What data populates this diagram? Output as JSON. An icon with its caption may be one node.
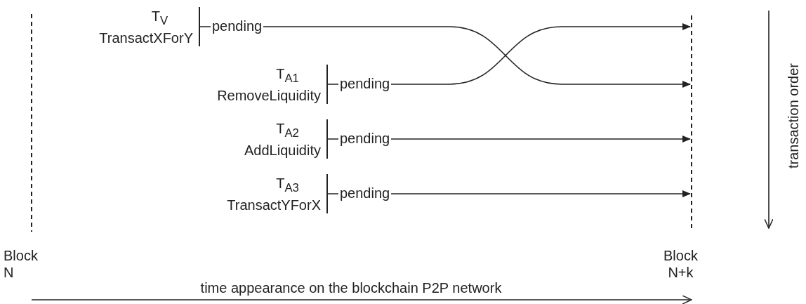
{
  "diagram": {
    "nodes": [
      {
        "text": [
          "T$_{V}$",
          "TransactXForY"
        ]
      },
      {
        "text": [
          "T$_{A1}$",
          "RemoveLiquidity"
        ]
      },
      {
        "text": [
          "T$_{A2}$",
          "AddLiquidity"
        ]
      },
      {
        "text": [
          "T$_{A3}$",
          "TransactYForX"
        ]
      }
    ],
    "edges": [
      {
        "from": 0,
        "to": null,
        "arrow": "to",
        "label": "pending"
      },
      {
        "from": 1,
        "to": null,
        "arrow": "to",
        "label": "pending"
      },
      {
        "from": 2,
        "to": null,
        "arrow": "to",
        "label": "pending"
      },
      {
        "from": 3,
        "to": null,
        "arrow": "to",
        "label": "pending"
      }
    ],
    "labels": [
      "Block N",
      "Block N+k",
      "time appearance on the blockchain P2P network",
      "transaction order"
    ]
  }
}
